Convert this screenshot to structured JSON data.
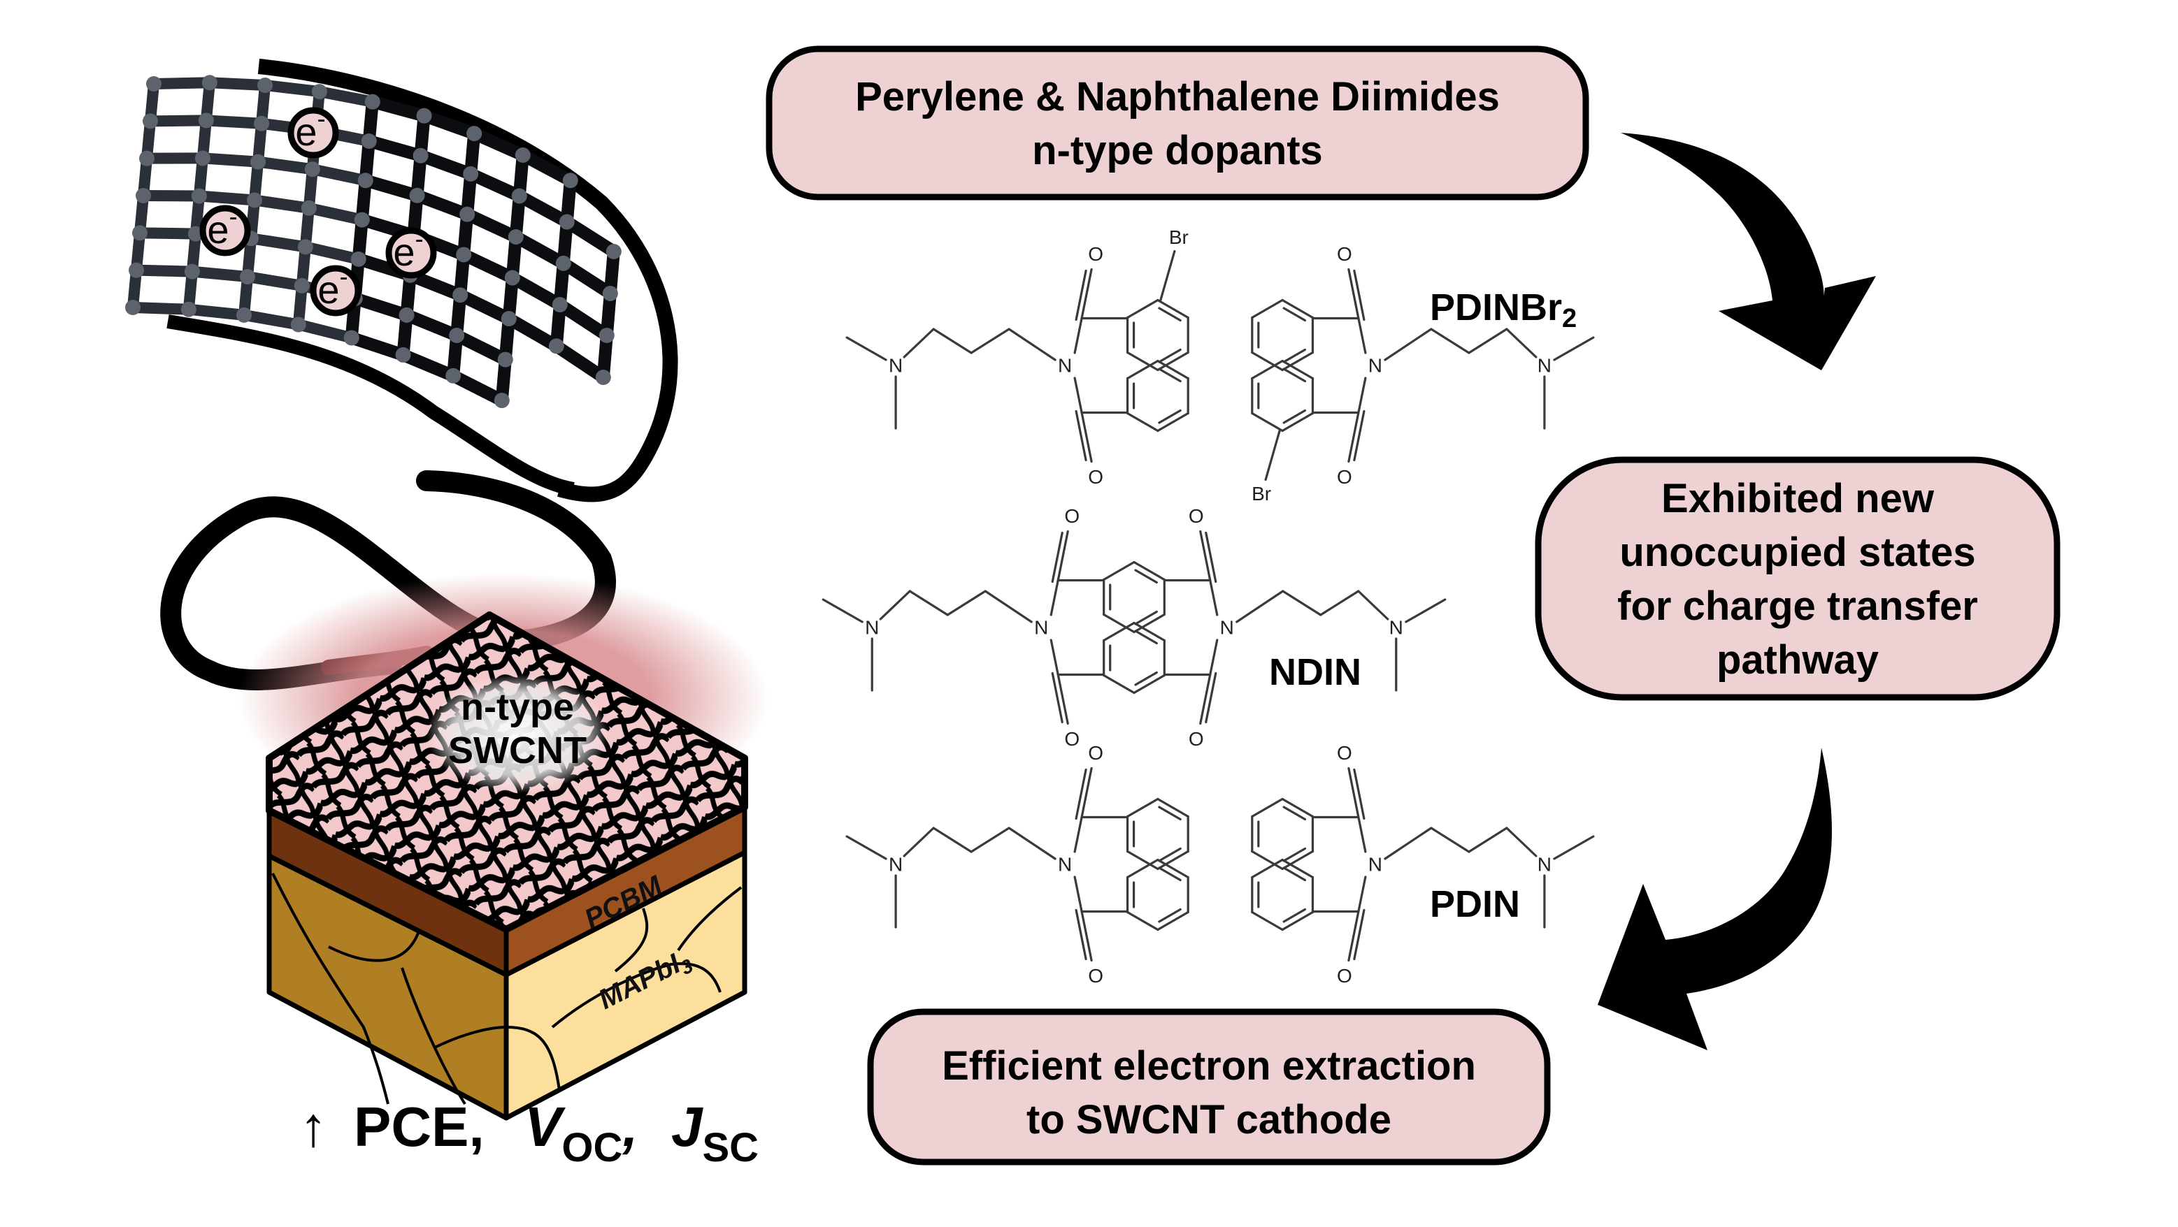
{
  "figure": {
    "type": "graphical-abstract",
    "colors": {
      "box_fill": "#eed1d3",
      "box_stroke": "#000000",
      "arrow": "#000000",
      "swcnt_glow": "#d98c8f",
      "pcbm_front": "#6e330e",
      "pcbm_side": "#9c511f",
      "mapbi3_front": "#b07f24",
      "mapbi3_side": "#fddf9d",
      "tube_dark": "#2b3038",
      "tube_node": "#5d636c"
    }
  },
  "boxes": {
    "top": {
      "lines": [
        "Perylene & Naphthalene Diimides",
        "n-type dopants"
      ]
    },
    "right": {
      "lines": [
        "Exhibited new",
        "unoccupied states",
        "for charge transfer",
        "pathway"
      ]
    },
    "bottom": {
      "lines": [
        "Efficient electron extraction",
        "to SWCNT cathode"
      ]
    }
  },
  "molecules": [
    {
      "name": "PDINBr",
      "subscript": "2",
      "substituent": "Br",
      "core": "perylene"
    },
    {
      "name": "NDIN",
      "subscript": "",
      "core": "naphthalene"
    },
    {
      "name": "PDIN",
      "subscript": "",
      "core": "perylene"
    }
  ],
  "atoms": {
    "oxygen": "O",
    "nitrogen": "N",
    "bromine": "Br"
  },
  "nanotube": {
    "electrons": [
      {
        "label": "e",
        "charge": "-"
      },
      {
        "label": "e",
        "charge": "-"
      },
      {
        "label": "e",
        "charge": "-"
      },
      {
        "label": "e",
        "charge": "-"
      }
    ]
  },
  "device": {
    "top_layer": [
      "n-type",
      "SWCNT"
    ],
    "middle_layer": "PCBM",
    "bottom_layer": {
      "base": "MAPbI",
      "subscript": "3"
    }
  },
  "metrics": {
    "arrow": "↑",
    "pce": "PCE,",
    "voc": {
      "main": "V",
      "sub": "OC"
    },
    "comma": ",",
    "jsc": {
      "main": "J",
      "sub": "SC"
    }
  }
}
